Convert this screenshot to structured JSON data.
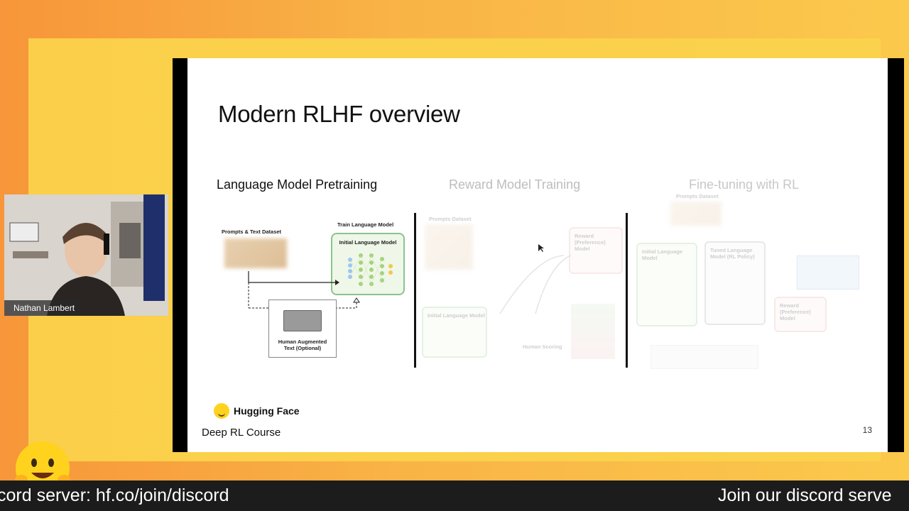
{
  "slide": {
    "title": "Modern RLHF overview",
    "stages": [
      "Language Model Pretraining",
      "Reward Model Training",
      "Fine-tuning with RL"
    ],
    "pretraining": {
      "dataset_label": "Prompts & Text Dataset",
      "train_label": "Train Language Model",
      "model_label": "Initial Language Model",
      "human_label_line1": "Human Augmented",
      "human_label_line2": "Text (Optional)"
    },
    "reward": {
      "dataset_label": "Prompts Dataset",
      "model_label": "Initial Language Model",
      "rm_label": "Reward (Preference) Model",
      "ranking_label": "Human Scoring"
    },
    "finetune": {
      "dataset_label": "Prompts Dataset",
      "initial_label": "Initial Language Model",
      "tuned_label": "Tuned Language Model (RL Policy)",
      "rm_label": "Reward (Preference) Model"
    },
    "brand": "Hugging Face",
    "course": "Deep RL Course",
    "page_number": "13"
  },
  "webcam": {
    "name": "Nathan Lambert"
  },
  "ticker": {
    "left_text": "cord server: hf.co/join/discord",
    "right_text": "Join our discord serve"
  },
  "colors": {
    "accent": "#fbc94c",
    "model_green": "#8bc48b"
  }
}
